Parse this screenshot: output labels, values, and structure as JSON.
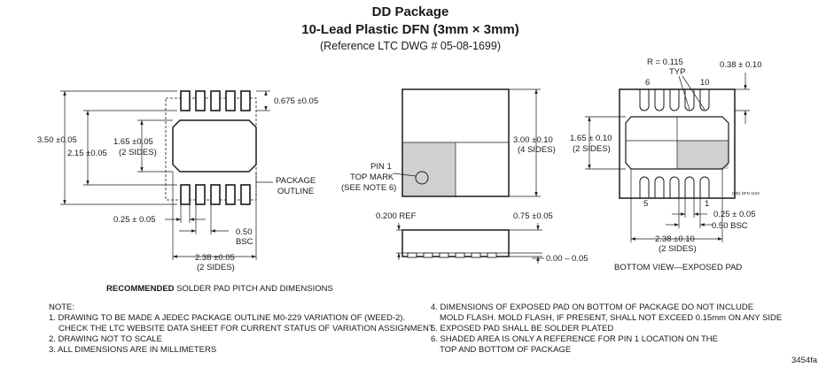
{
  "title": {
    "line1": "DD Package",
    "line2": "10-Lead Plastic DFN (3mm × 3mm)",
    "line3": "(Reference LTC DWG # 05-08-1699)"
  },
  "footprint": {
    "dim_0675": "0.675 ±0.05",
    "dim_350": "3.50 ±0.05",
    "dim_215": "2.15 ±0.05",
    "dim_165_a": "1.65 ±0.05",
    "dim_165_b": "(2 SIDES)",
    "package_outline_a": "PACKAGE",
    "package_outline_b": "OUTLINE",
    "dim_025": "0.25 ± 0.05",
    "dim_050_a": "0.50",
    "dim_050_b": "BSC",
    "dim_238_a": "2.38 ±0.05",
    "dim_238_b": "(2 SIDES)",
    "caption_bold": "RECOMMENDED",
    "caption_rest": " SOLDER PAD PITCH AND DIMENSIONS"
  },
  "top_view": {
    "dim_300_a": "3.00 ±0.10",
    "dim_300_b": "(4 SIDES)",
    "pin1_a": "PIN 1",
    "pin1_b": "TOP MARK",
    "pin1_c": "(SEE NOTE 6)"
  },
  "side_view": {
    "dim_0200": "0.200 REF",
    "dim_075": "0.75 ±0.05",
    "dim_000": "0.00 – 0.05"
  },
  "bottom_view": {
    "r_a": "R = 0.115",
    "r_b": "TYP",
    "dim_038": "0.38 ± 0.10",
    "pin6": "6",
    "pin10": "10",
    "pin5": "5",
    "pin1": "1",
    "dim_165_a": "1.65 ± 0.10",
    "dim_165_b": "(2 SIDES)",
    "dwg_ref": "(DD) DFN 1103",
    "dim_025": "0.25 ± 0.05",
    "dim_050": "0.50 BSC",
    "dim_238_a": "2.38 ±0.10",
    "dim_238_b": "(2 SIDES)",
    "caption": "BOTTOM VIEW—EXPOSED PAD"
  },
  "notes": {
    "heading": "NOTE:",
    "n1a": "1. DRAWING TO BE MADE A JEDEC PACKAGE OUTLINE M0-229 VARIATION OF (WEED-2).",
    "n1b": "CHECK THE LTC WEBSITE DATA SHEET FOR CURRENT STATUS OF VARIATION ASSIGNMENT",
    "n2": "2. DRAWING NOT TO SCALE",
    "n3": "3. ALL DIMENSIONS ARE IN MILLIMETERS",
    "n4a": "4. DIMENSIONS OF EXPOSED PAD ON BOTTOM OF PACKAGE DO NOT INCLUDE",
    "n4b": "MOLD FLASH. MOLD FLASH, IF PRESENT, SHALL NOT EXCEED 0.15mm ON ANY SIDE",
    "n5": "5. EXPOSED PAD SHALL BE SOLDER PLATED",
    "n6a": "6. SHADED AREA IS ONLY A REFERENCE FOR PIN 1 LOCATION ON THE",
    "n6b": "TOP AND BOTTOM OF PACKAGE"
  },
  "doc_id": "3454fa"
}
